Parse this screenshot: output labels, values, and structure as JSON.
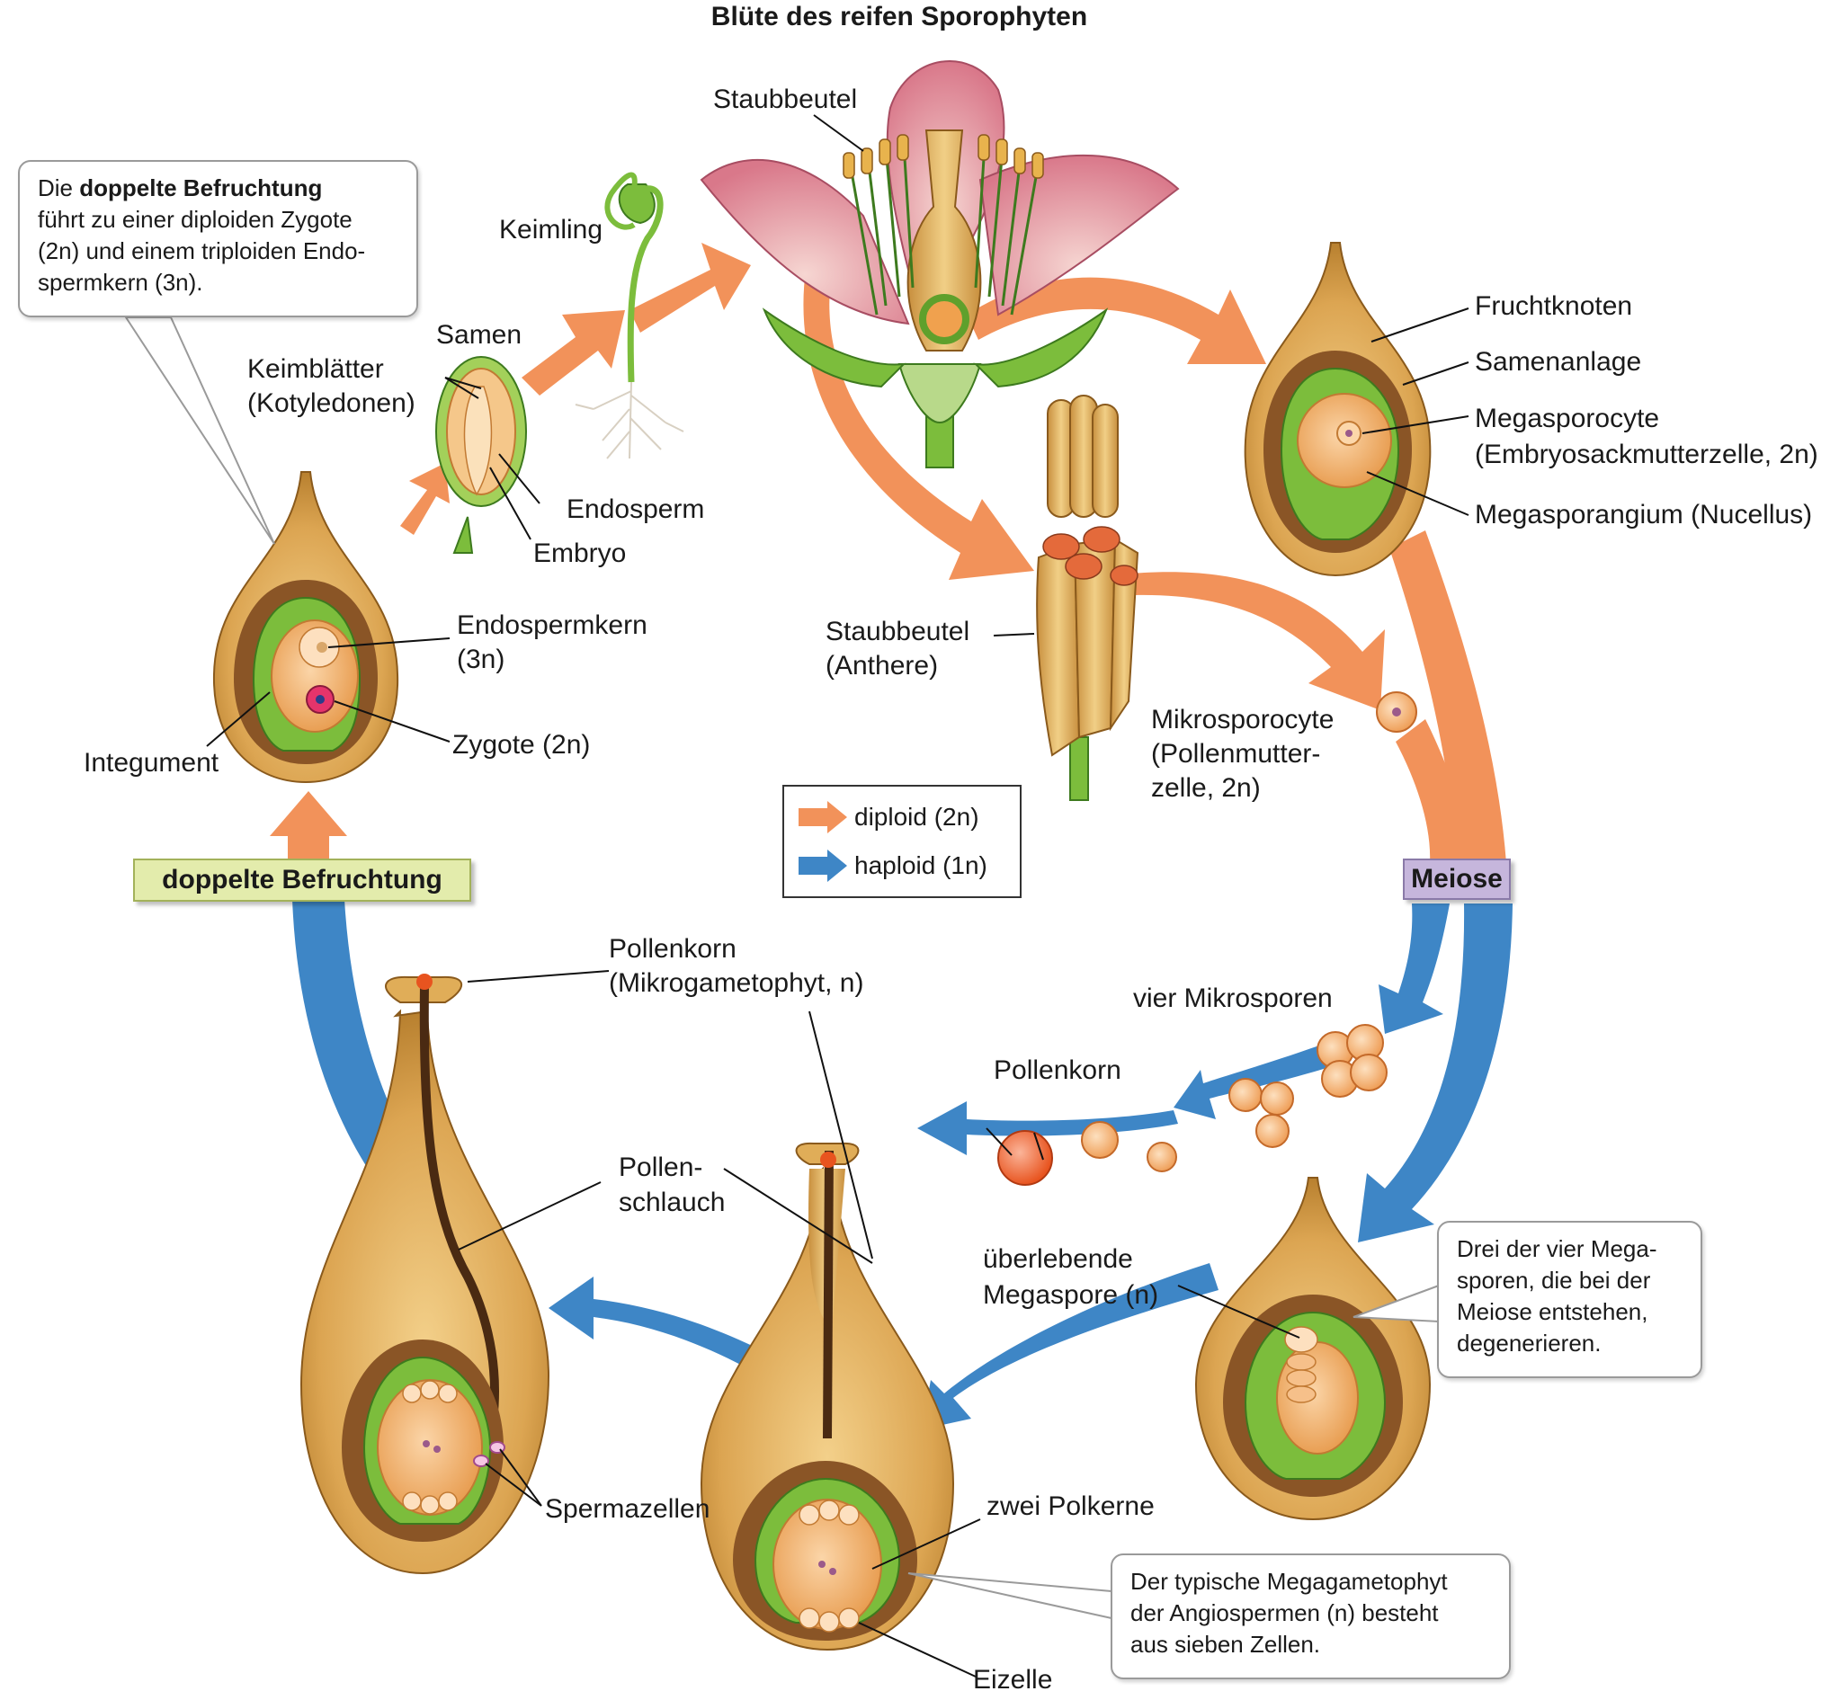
{
  "title": "Blüte des reifen Sporophyten",
  "legend": {
    "diploid": "diploid (2n)",
    "haploid": "haploid (1n)"
  },
  "stage_tags": {
    "meiosis": "Meiose",
    "double_fertilization": "doppelte Befruchtung"
  },
  "labels": {
    "stamen_top": "Staubbeutel",
    "fruit_ovary": "Fruchtknoten",
    "ovule": "Samenanlage",
    "megasporocyte_1": "Megasporocyte",
    "megasporocyte_2": "(Embryosackmutterzelle, 2n)",
    "megasporangium": "Megasporangium (Nucellus)",
    "seedling": "Keimling",
    "seed": "Samen",
    "cotyledons_1": "Keimblätter",
    "cotyledons_2": "(Kotyledonen)",
    "endosperm": "Endosperm",
    "embryo": "Embryo",
    "endosperm_nucleus_1": "Endospermkern",
    "endosperm_nucleus_2": "(3n)",
    "zygote": "Zygote (2n)",
    "integument": "Integument",
    "anther_1": "Staubbeutel",
    "anther_2": "(Anthere)",
    "microsporocyte_1": "Mikrosporocyte",
    "microsporocyte_2": "(Pollenmutter-",
    "microsporocyte_3": "zelle, 2n)",
    "four_microspores": "vier Mikrosporen",
    "pollen_grain": "Pollenkorn",
    "pollen_grain_micro_1": "Pollenkorn",
    "pollen_grain_micro_2": "(Mikrogametophyt, n)",
    "pollen_tube_1": "Pollen-",
    "pollen_tube_2": "schlauch",
    "surviving_megaspore_1": "überlebende",
    "surviving_megaspore_2": "Megaspore (n)",
    "sperm_cells": "Spermazellen",
    "two_polar_nuclei": "zwei Polkerne",
    "egg_cell": "Eizelle"
  },
  "callouts": {
    "double_fertilization": {
      "line1_pre": "Die ",
      "line1_bold": "doppelte Befruchtung",
      "line2": "führt zu einer diploiden Zygote",
      "line3": "(2n) und einem triploiden Endo-",
      "line4": "spermkern (3n)."
    },
    "megaspores": {
      "line1": "Drei der vier Mega-",
      "line2": "sporen, die bei der",
      "line3": "Meiose entstehen,",
      "line4": "degenerieren."
    },
    "megagametophyte": {
      "line1": "Der typische Megagametophyt",
      "line2": "der Angiospermen (n) besteht",
      "line3": "aus sieben Zellen."
    }
  },
  "colors": {
    "diploid_arrow": "#f2925a",
    "haploid_arrow": "#3e86c6",
    "ovule_gold": "#d9a44a",
    "meiosis_tag": "#c6b6dc",
    "fertilization_tag": "#e3ecac",
    "integument_green": "#7cbd3c"
  }
}
